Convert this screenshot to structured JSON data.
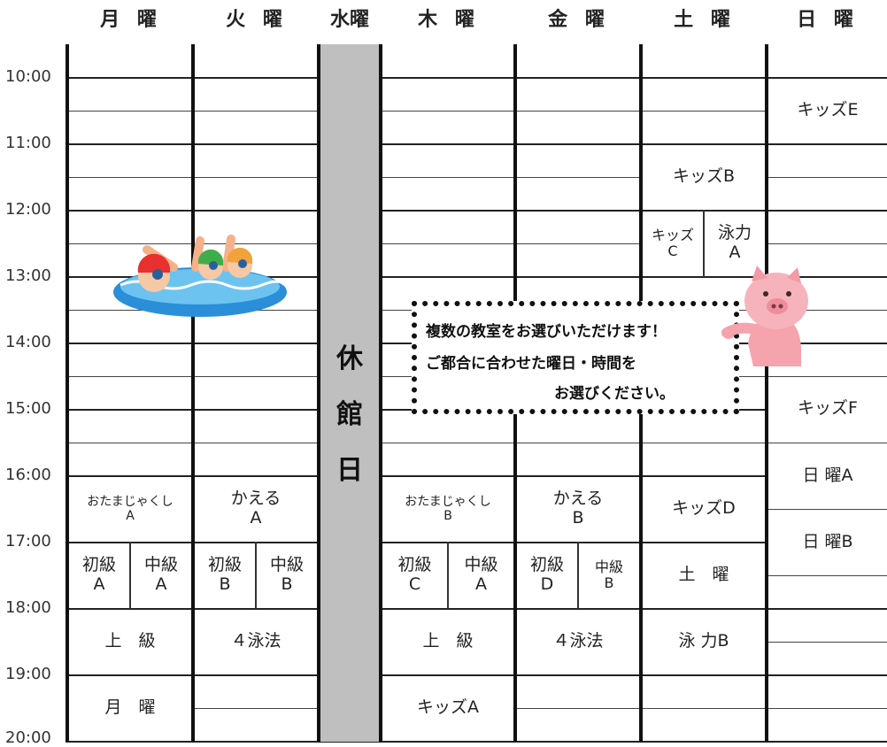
{
  "days": [
    "月 曜",
    "火 曜",
    "水曜",
    "木 曜",
    "金 曜",
    "土 曜",
    "日 曜"
  ],
  "times": [
    "10:00",
    "11:00",
    "12:00",
    "13:00",
    "14:00",
    "15:00",
    "16:00",
    "17:00",
    "18:00",
    "19:00",
    "20:00"
  ],
  "closed_day": {
    "chars": [
      "休",
      "館",
      "日"
    ]
  },
  "notice": {
    "line1": "複数の教室をお選びいただけます！",
    "line2": "ご都合に合わせた曜日・時間を",
    "line3": "お選びください。"
  },
  "classes": {
    "mon_tadpole": "おたまじゃくし\nA",
    "mon_beg": "初級\nA",
    "mon_mid": "中級\nA",
    "mon_adv": "上　級",
    "mon_day": "月　曜",
    "tue_frog": "かえる\nA",
    "tue_beg": "初級\nB",
    "tue_mid": "中級\nB",
    "tue_4": "４泳法",
    "thu_tadpole": "おたまじゃくし\nB",
    "thu_beg": "初級\nC",
    "thu_mid": "中級\nA",
    "thu_adv": "上　級",
    "thu_kidsA": "キッズA",
    "fri_frog": "かえる\nB",
    "fri_beg": "初級\nD",
    "fri_mid": "中級\nB",
    "fri_4": "４泳法",
    "sat_kidsB": "キッズB",
    "sat_kidsC": "キッズ\nC",
    "sat_swimA": "泳力\nA",
    "sat_kidsD": "キッズD",
    "sat_day": "土　曜",
    "sat_swimB": "泳 力B",
    "sun_kidsE": "キッズE",
    "sun_kidsF": "キッズF",
    "sun_A": "日 曜A",
    "sun_B": "日 曜B"
  },
  "illustrations": {
    "swimmers": "swimmers-illustration",
    "pig": "pig-mascot-illustration"
  }
}
